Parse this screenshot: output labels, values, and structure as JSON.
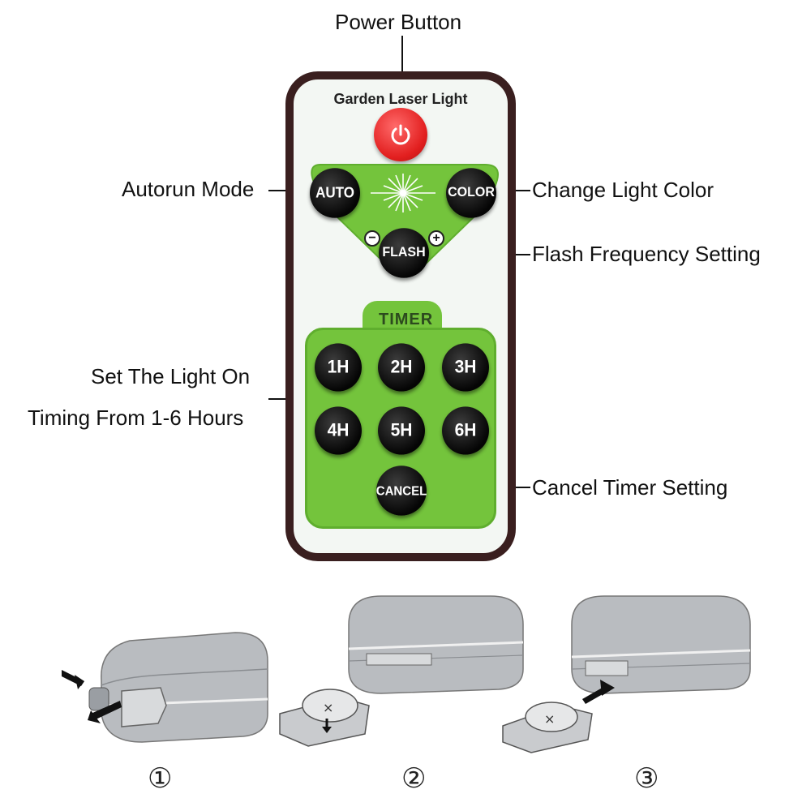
{
  "labels": {
    "power": "Power Button",
    "autorun": "Autorun Mode",
    "change_color": "Change Light Color",
    "flash_freq": "Flash Frequency Setting",
    "timer_line1": "Set The Light On",
    "timer_line2": "Timing From 1-6 Hours",
    "cancel_timer": "Cancel Timer Setting"
  },
  "remote": {
    "brand": "Garden Laser Light",
    "auto": "AUTO",
    "color": "COLOR",
    "flash": "FLASH",
    "minus": "−",
    "plus": "+",
    "timer_title": "TIMER",
    "timers": [
      "1H",
      "2H",
      "3H",
      "4H",
      "5H",
      "6H"
    ],
    "cancel": "CANCEL"
  },
  "steps": [
    "①",
    "②",
    "③"
  ],
  "colors": {
    "frame": "#3a1f1f",
    "face": "#f3f7f3",
    "green": "#74c43c",
    "power_red": "#e21f1f",
    "button_black": "#0a0a0a"
  }
}
